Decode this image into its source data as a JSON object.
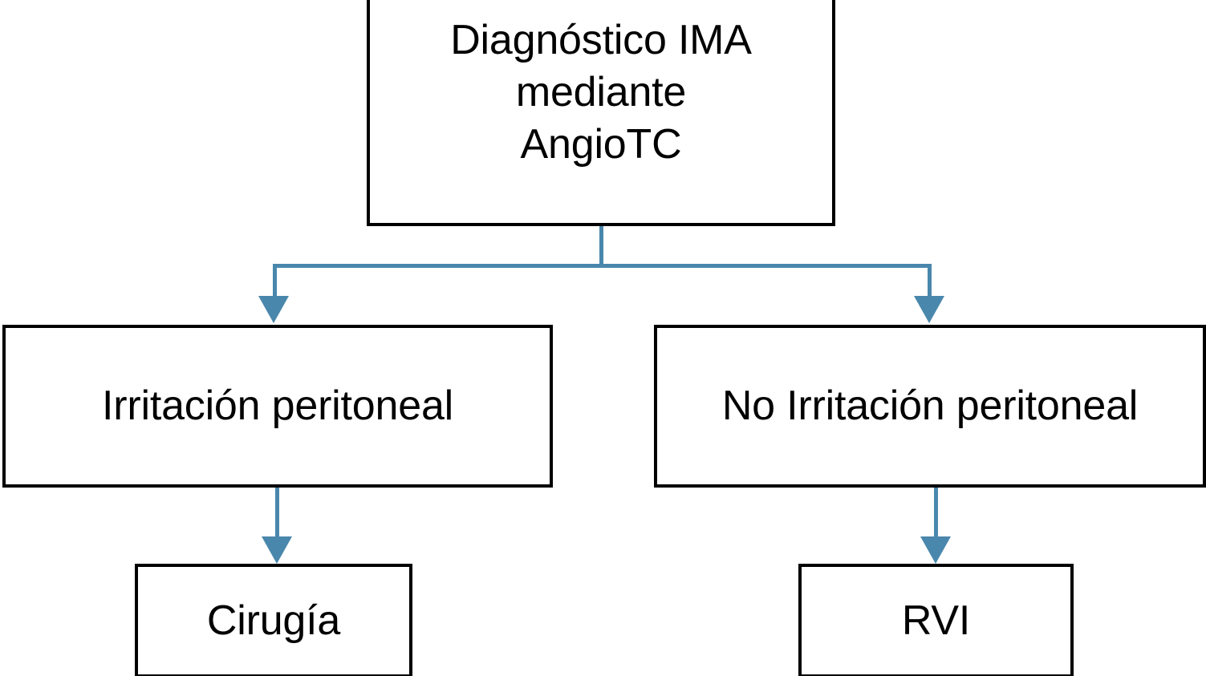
{
  "diagram": {
    "type": "flowchart",
    "orientation": "top-down",
    "background_color": "#ffffff",
    "node_border_color": "#000000",
    "connector_color": "#4a87ac",
    "text_color": "#000000",
    "nodes": {
      "root": {
        "label": "Diagnóstico IMA\nmediante\nAngioTC",
        "lines": [
          "Diagnóstico IMA",
          "mediante",
          "AngioTC"
        ]
      },
      "peritoneal": {
        "label": "Irritación peritoneal",
        "lines": [
          "Irritación peritoneal"
        ]
      },
      "no_peritoneal": {
        "label": "No Irritación peritoneal",
        "lines": [
          "No Irritación peritoneal"
        ]
      },
      "surgery": {
        "label": "Cirugía",
        "lines": [
          "Cirugía"
        ]
      },
      "rvi": {
        "label": "RVI",
        "lines": [
          "RVI"
        ]
      }
    },
    "edges": [
      {
        "from": "root",
        "to": "peritoneal",
        "label": ""
      },
      {
        "from": "root",
        "to": "no_peritoneal",
        "label": ""
      },
      {
        "from": "peritoneal",
        "to": "surgery",
        "label": ""
      },
      {
        "from": "no_peritoneal",
        "to": "rvi",
        "label": ""
      }
    ]
  }
}
